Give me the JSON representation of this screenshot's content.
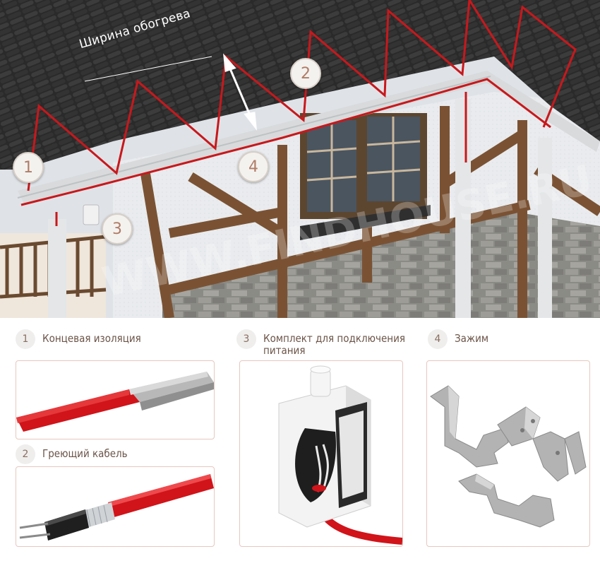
{
  "scene": {
    "width_label": "Ширина обогрева",
    "watermark": "WWW.FINDHOUSE.RU",
    "callouts": [
      "1",
      "2",
      "3",
      "4"
    ]
  },
  "legend": [
    {
      "num": "1",
      "label": "Концевая изоляция"
    },
    {
      "num": "2",
      "label": "Греющий кабель"
    },
    {
      "num": "3",
      "label": "Комплект для подключения питания"
    },
    {
      "num": "4",
      "label": "Зажим"
    }
  ],
  "colors": {
    "cable_red": "#c8181c",
    "accent_brown": "#8a6f60",
    "panel_border": "#e6c8bf",
    "roof_dark": "#2b2b2b",
    "timber": "#7a5233"
  }
}
